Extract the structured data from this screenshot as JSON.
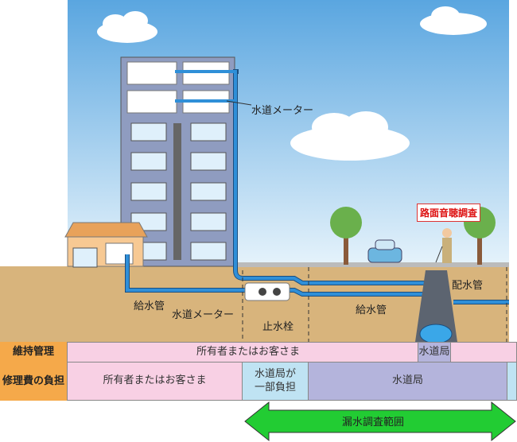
{
  "labels": {
    "meter_upper": "水道メーター",
    "survey": "路面音聴調査",
    "distribution_pipe": "配水管",
    "supply_pipe_left": "給水管",
    "meter_lower": "水道メーター",
    "stop_valve": "止水栓",
    "supply_pipe_right": "給水管"
  },
  "table": {
    "row1": {
      "header": "維持管理",
      "owner": "所有者またはお客さま",
      "bureau": "水道局"
    },
    "row2": {
      "header": "修理費の負担",
      "owner": "所有者またはお客さま",
      "partial": "水道局が\n一部負担",
      "bureau": "水道局"
    }
  },
  "range_arrow": {
    "label": "漏水調査範囲"
  },
  "colors": {
    "pipe": "#2f8fd8",
    "ground": "#d8b47c",
    "header": "#f5a94a",
    "pink": "#f8d0e4",
    "lightblue": "#bfe3f3",
    "purple": "#b4b4dc",
    "arrow": "#22cc33"
  }
}
